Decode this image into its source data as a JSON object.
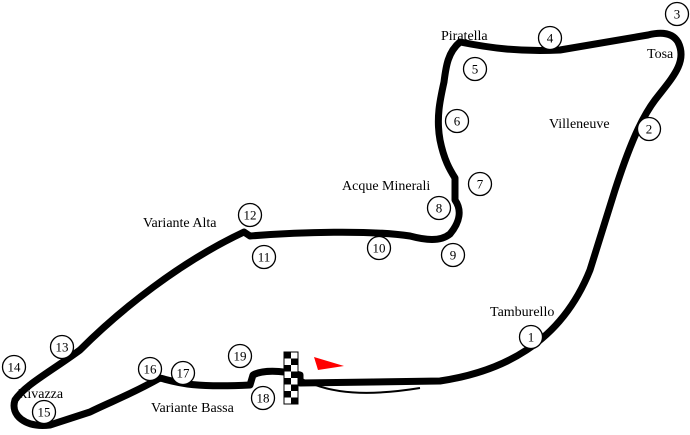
{
  "corners": [
    {
      "num": "1"
    },
    {
      "num": "2"
    },
    {
      "num": "3"
    },
    {
      "num": "4"
    },
    {
      "num": "5"
    },
    {
      "num": "6"
    },
    {
      "num": "7"
    },
    {
      "num": "8"
    },
    {
      "num": "9"
    },
    {
      "num": "10"
    },
    {
      "num": "11"
    },
    {
      "num": "12"
    },
    {
      "num": "13"
    },
    {
      "num": "14"
    },
    {
      "num": "15"
    },
    {
      "num": "16"
    },
    {
      "num": "17"
    },
    {
      "num": "18"
    },
    {
      "num": "19"
    }
  ],
  "labels": {
    "piratella": "Piratella",
    "tosa": "Tosa",
    "villeneuve": "Villeneuve",
    "acque_minerali": "Acque Minerali",
    "variante_alta": "Variante Alta",
    "tamburello": "Tamburello",
    "rivazza": "Rivazza",
    "variante_bassa": "Variante Bassa"
  },
  "colors": {
    "track": "#000000",
    "flag": "#ff0000",
    "background": "#ffffff"
  }
}
